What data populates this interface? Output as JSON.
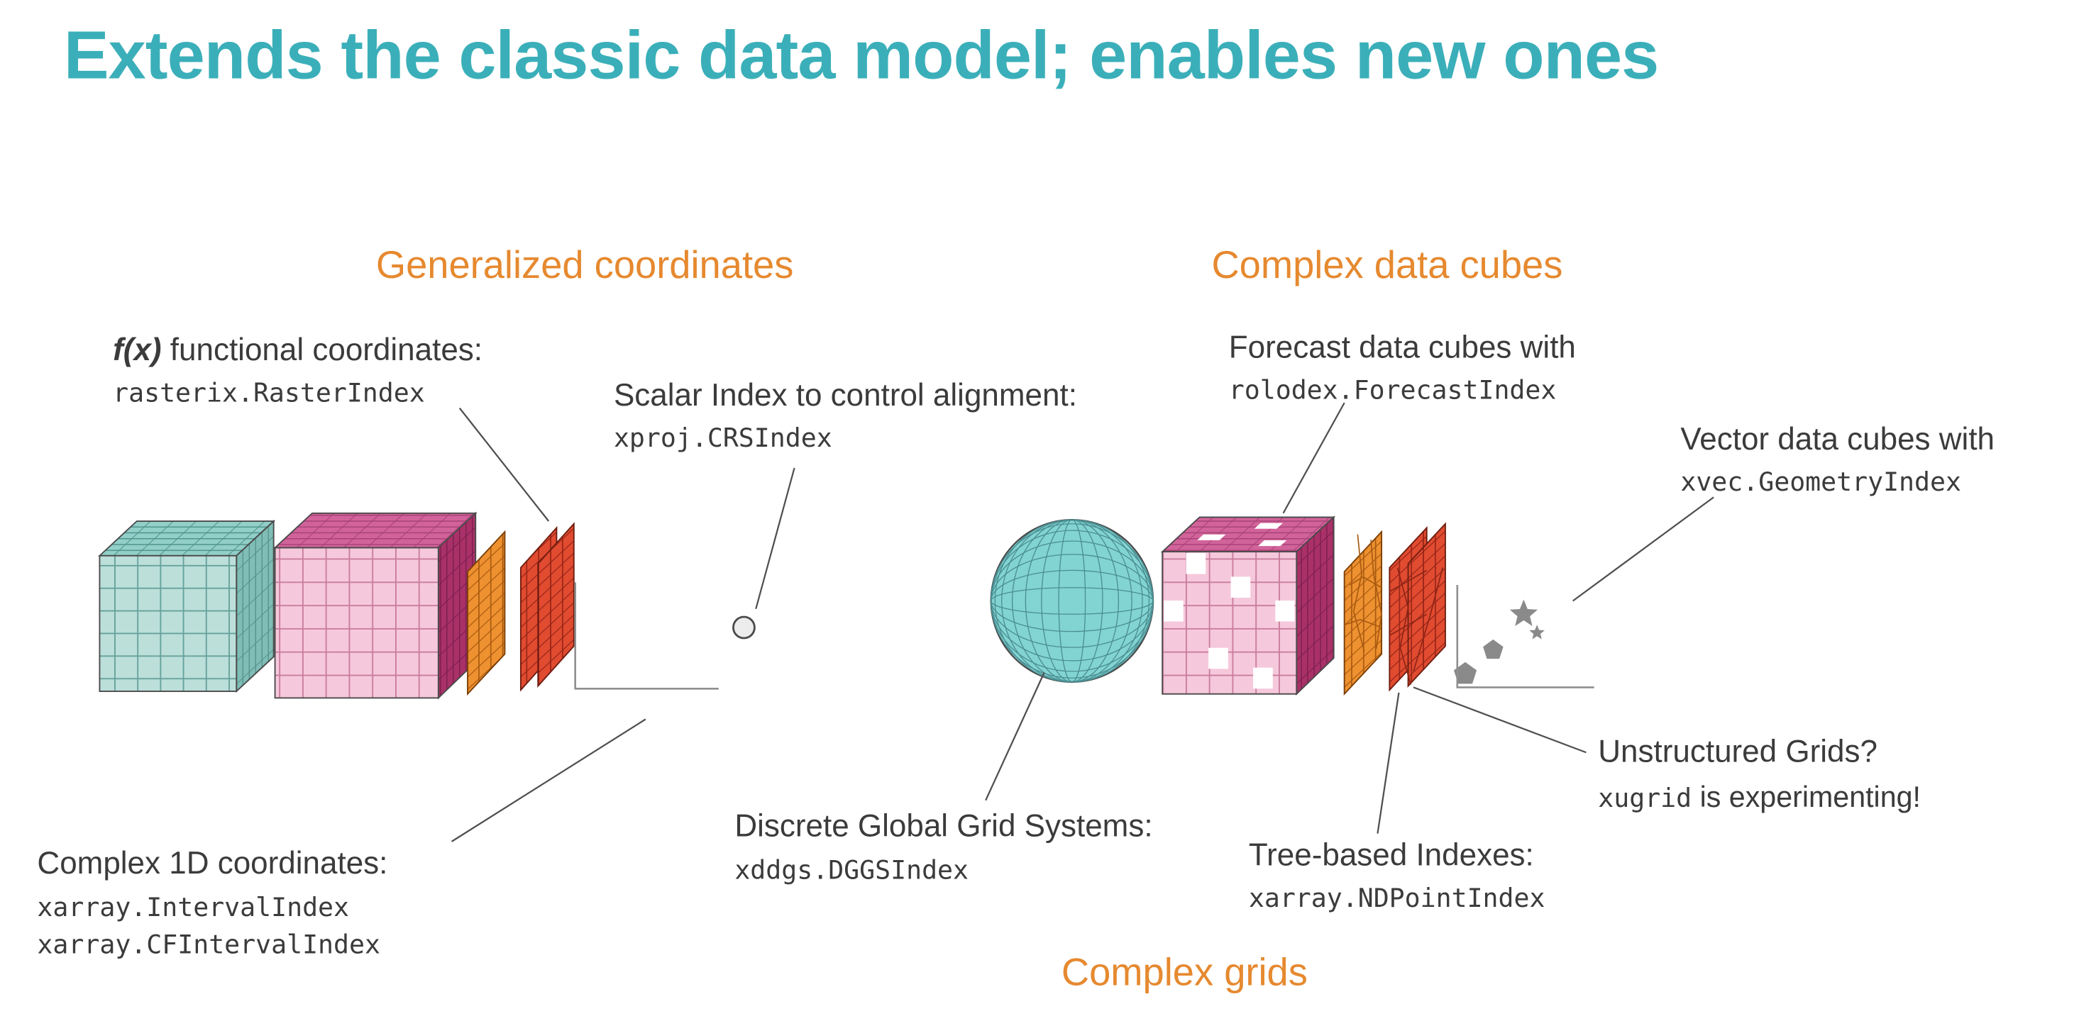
{
  "title": "Extends the classic data model; enables new ones",
  "colors": {
    "title": "#3BAFB9",
    "heading": "#E6892F",
    "text": "#3B3B3B"
  },
  "headings": {
    "generalized": "Generalized coordinates",
    "data_cubes": "Complex data cubes",
    "grids": "Complex grids"
  },
  "labels": {
    "functional": {
      "prefix": "f(x)",
      "text": " functional coordinates:",
      "code": "rasterix.RasterIndex"
    },
    "scalar": {
      "text": "Scalar Index to control alignment:",
      "code": "xproj.CRSIndex"
    },
    "complex1d": {
      "text": "Complex 1D coordinates:",
      "code1": "xarray.IntervalIndex",
      "code2": "xarray.CFIntervalIndex"
    },
    "forecast": {
      "text": "Forecast data cubes with",
      "code": "rolodex.ForecastIndex"
    },
    "vector": {
      "text": "Vector data cubes with",
      "code": "xvec.GeometryIndex"
    },
    "dggs": {
      "text": "Discrete Global Grid Systems:",
      "code": "xddgs.DGGSIndex"
    },
    "tree": {
      "text": "Tree-based Indexes:",
      "code": "xarray.NDPointIndex"
    },
    "unstructured": {
      "text": "Unstructured Grids?",
      "code": "xugrid",
      "suffix": " is experimenting!"
    }
  },
  "icons": {
    "left": [
      "teal-data-cube",
      "pink-data-cube",
      "orange-slice",
      "red-slices",
      "axes",
      "scalar-point"
    ],
    "right": [
      "globe-sphere",
      "masked-pink-cube",
      "voronoi-slice",
      "triangle-mesh-slice",
      "scatter-points",
      "axes"
    ]
  }
}
